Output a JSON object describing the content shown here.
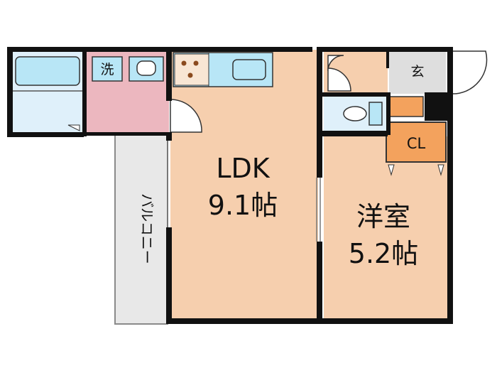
{
  "rooms": {
    "ldk": {
      "name": "LDK",
      "size": "9.1帖"
    },
    "western": {
      "name": "洋室",
      "size": "5.2帖"
    }
  },
  "labels": {
    "entrance": "玄",
    "closet": "CL",
    "laundry": "洗",
    "balcony": "バルコニー"
  },
  "colors": {
    "floor": "#f6cfae",
    "wall": "#111111",
    "wet_area": "#dff0fa",
    "fixture_blue": "#b8e6f6",
    "laundry_room": "#ecb7bf",
    "entrance_floor": "#dedede",
    "closet_orange": "#f3a25d",
    "balcony": "#e8e8e8"
  }
}
